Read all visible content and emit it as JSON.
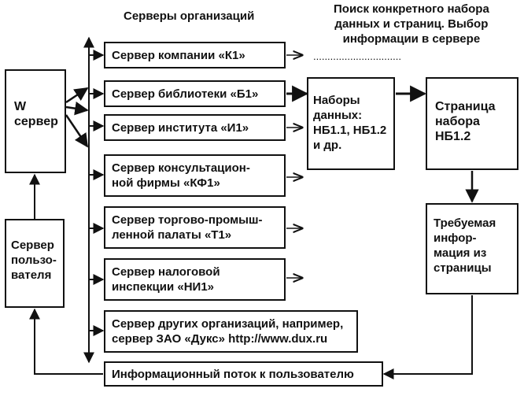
{
  "header": {
    "servers_title": "Серверы организаций",
    "search_note": "Поиск конкретного набора\nданных и страниц. Выбор\nинформации в сервере",
    "dots": "..............................."
  },
  "w_server": {
    "label": "W\nсервер"
  },
  "user_server": {
    "label": "Сервер\nпользо-\nвателя"
  },
  "servers": [
    {
      "label": "Сервер компании «К1»"
    },
    {
      "label": "Сервер библиотеки «Б1»"
    },
    {
      "label": "Сервер института «И1»"
    },
    {
      "label": "Сервер консультацион-\nной фирмы «КФ1»"
    },
    {
      "label": "Сервер торгово-промыш-\nленной палаты «Т1»"
    },
    {
      "label": "Сервер налоговой\nинспекции «НИ1»"
    },
    {
      "label": "Сервер других организаций, например,\nсервер ЗАО «Дукс» http://www.dux.ru"
    }
  ],
  "datasets": {
    "label": "Наборы\nданных:\nНБ1.1, НБ1.2\nи др."
  },
  "page_set": {
    "label": "Страница\nнабора\nНБ1.2"
  },
  "required_info": {
    "label": "Требуемая\nинфор-\nмация из\nстраницы"
  },
  "flow": {
    "label": "Информационный поток к пользователю"
  }
}
